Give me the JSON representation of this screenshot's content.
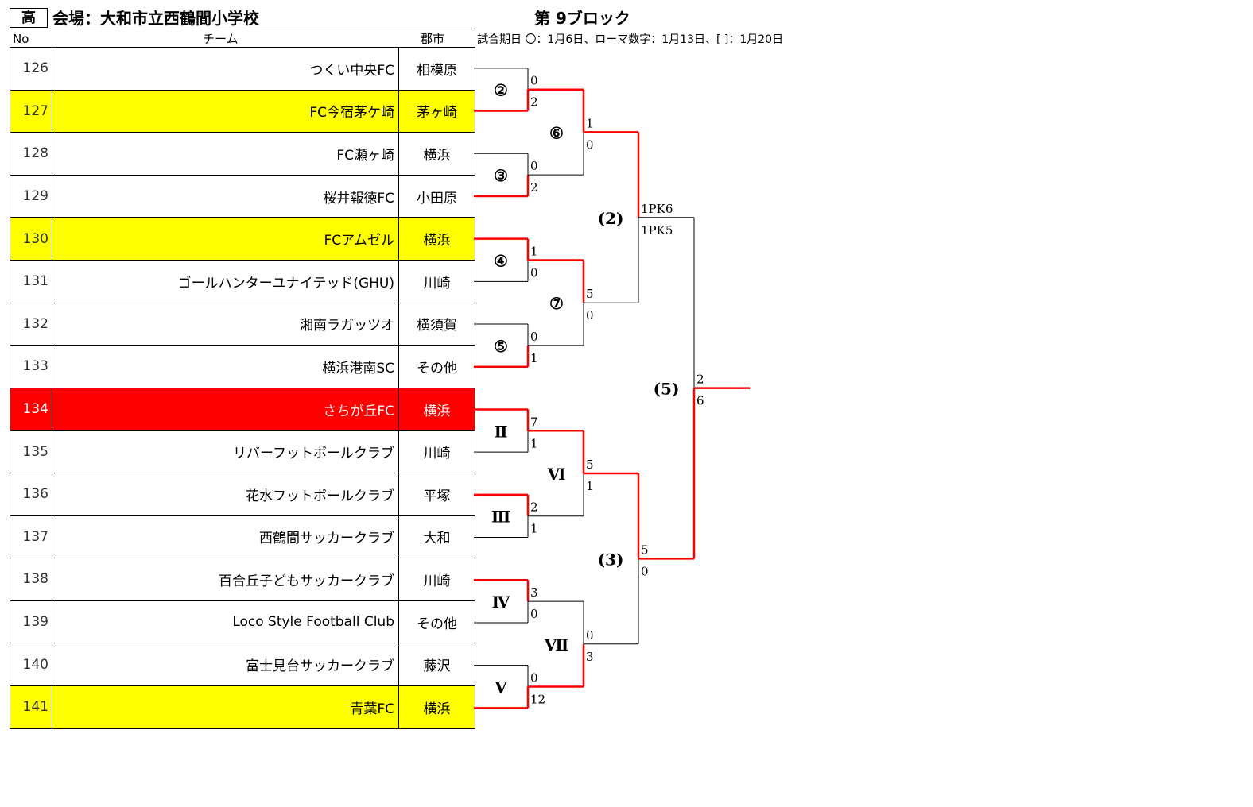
{
  "header": {
    "badge": "高",
    "venue": "会場：大和市立西鶴間小学校",
    "block": "第 9ブロック",
    "dates": "試合期日 〇：1月6日、ローマ数字：1月13日、[ ]：1月20日",
    "col_no": "No",
    "col_team": "チーム",
    "col_city": "郡市"
  },
  "teams": [
    {
      "no": "126",
      "name": "つくい中央FC",
      "city": "相模原",
      "highlight": "none"
    },
    {
      "no": "127",
      "name": "FC今宿茅ケ崎",
      "city": "茅ヶ崎",
      "highlight": "yellow"
    },
    {
      "no": "128",
      "name": "FC瀬ヶ崎",
      "city": "横浜",
      "highlight": "none"
    },
    {
      "no": "129",
      "name": "桜井報徳FC",
      "city": "小田原",
      "highlight": "none"
    },
    {
      "no": "130",
      "name": "FCアムゼル",
      "city": "横浜",
      "highlight": "yellow"
    },
    {
      "no": "131",
      "name": "ゴールハンターユナイテッド(GHU)",
      "city": "川崎",
      "highlight": "none"
    },
    {
      "no": "132",
      "name": "湘南ラガッツオ",
      "city": "横須賀",
      "highlight": "none"
    },
    {
      "no": "133",
      "name": "横浜港南SC",
      "city": "その他",
      "highlight": "none"
    },
    {
      "no": "134",
      "name": "さちが丘FC",
      "city": "横浜",
      "highlight": "red"
    },
    {
      "no": "135",
      "name": "リバーフットボールクラブ",
      "city": "川崎",
      "highlight": "none"
    },
    {
      "no": "136",
      "name": "花水フットボールクラブ",
      "city": "平塚",
      "highlight": "none"
    },
    {
      "no": "137",
      "name": "西鶴間サッカークラブ",
      "city": "大和",
      "highlight": "none"
    },
    {
      "no": "138",
      "name": "百合丘子どもサッカークラブ",
      "city": "川崎",
      "highlight": "none"
    },
    {
      "no": "139",
      "name": "Loco Style Football Club",
      "city": "その他",
      "highlight": "none"
    },
    {
      "no": "140",
      "name": "富士見台サッカークラブ",
      "city": "藤沢",
      "highlight": "none"
    },
    {
      "no": "141",
      "name": "青葉FC",
      "city": "横浜",
      "highlight": "yellow"
    }
  ],
  "bracket": {
    "round1": [
      {
        "label": "②",
        "top": "0",
        "bottom": "2",
        "winner": "bottom"
      },
      {
        "label": "③",
        "top": "0",
        "bottom": "2",
        "winner": "bottom"
      },
      {
        "label": "④",
        "top": "1",
        "bottom": "0",
        "winner": "top"
      },
      {
        "label": "⑤",
        "top": "0",
        "bottom": "1",
        "winner": "bottom"
      },
      {
        "label": "Ⅱ",
        "top": "7",
        "bottom": "1",
        "winner": "top"
      },
      {
        "label": "Ⅲ",
        "top": "2",
        "bottom": "1",
        "winner": "top"
      },
      {
        "label": "Ⅳ",
        "top": "3",
        "bottom": "0",
        "winner": "top"
      },
      {
        "label": "Ⅴ",
        "top": "0",
        "bottom": "12",
        "winner": "bottom"
      }
    ],
    "round2": [
      {
        "label": "⑥",
        "top": "1",
        "bottom": "0",
        "winner": "top"
      },
      {
        "label": "⑦",
        "top": "5",
        "bottom": "0",
        "winner": "top"
      },
      {
        "label": "Ⅵ",
        "top": "5",
        "bottom": "1",
        "winner": "top"
      },
      {
        "label": "Ⅶ",
        "top": "0",
        "bottom": "3",
        "winner": "bottom"
      }
    ],
    "round3": [
      {
        "label": "(2)",
        "top": "1PK6",
        "bottom": "1PK5",
        "winner": "top"
      },
      {
        "label": "(3)",
        "top": "5",
        "bottom": "0",
        "winner": "top"
      }
    ],
    "round4": [
      {
        "label": "(5)",
        "top": "2",
        "bottom": "6",
        "winner": "bottom"
      }
    ]
  },
  "colors": {
    "winner_line": "#ff0000",
    "loser_line": "#000000",
    "yellow_row": "#ffff00",
    "red_row": "#ff0000"
  }
}
